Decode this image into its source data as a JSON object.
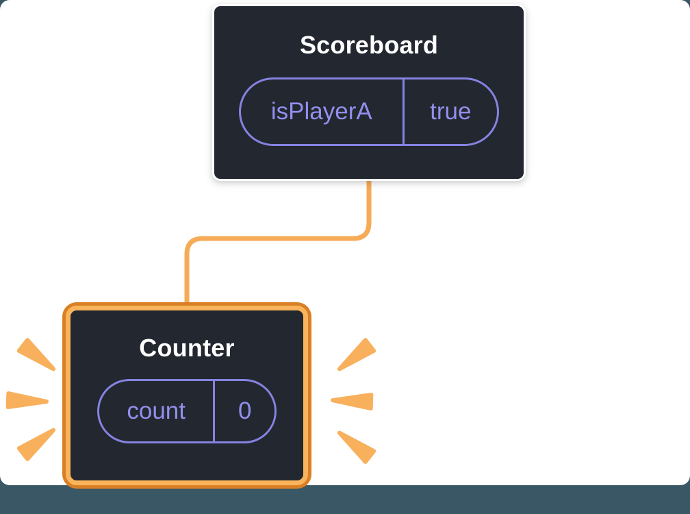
{
  "colors": {
    "page_bg": "#3a5765",
    "canvas_bg": "#ffffff",
    "node_bg": "#23272f",
    "node_border": "#ffffff",
    "title_text": "#ffffff",
    "pill_border": "#8583e1",
    "pill_text": "#938fee",
    "connector": "#f6ab56",
    "spark": "#f8b05c",
    "counter_border_inner": "#f9b45c",
    "counter_border_outer": "#d98026"
  },
  "diagram": {
    "scoreboard": {
      "title": "Scoreboard",
      "state": {
        "key": "isPlayerA",
        "value": "true"
      }
    },
    "counter": {
      "title": "Counter",
      "state": {
        "key": "count",
        "value": "0"
      }
    },
    "icons": {
      "connector": "elbow-connector",
      "spark": "highlight-spark"
    }
  }
}
